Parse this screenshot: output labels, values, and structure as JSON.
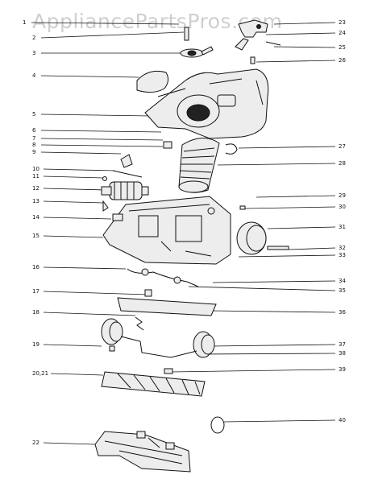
{
  "watermark": "AppliancePartsPros.com",
  "left_callouts": [
    "1",
    "2",
    "3",
    "4",
    "5",
    "6",
    "7",
    "8",
    "9",
    "10",
    "11",
    "12",
    "13",
    "14",
    "15",
    "16",
    "17",
    "18",
    "19",
    "20,21",
    "22"
  ],
  "right_callouts": [
    "23",
    "24",
    "25",
    "26",
    "27",
    "28",
    "29",
    "30",
    "31",
    "32",
    "33",
    "34",
    "35",
    "36",
    "37",
    "38",
    "39",
    "40"
  ]
}
